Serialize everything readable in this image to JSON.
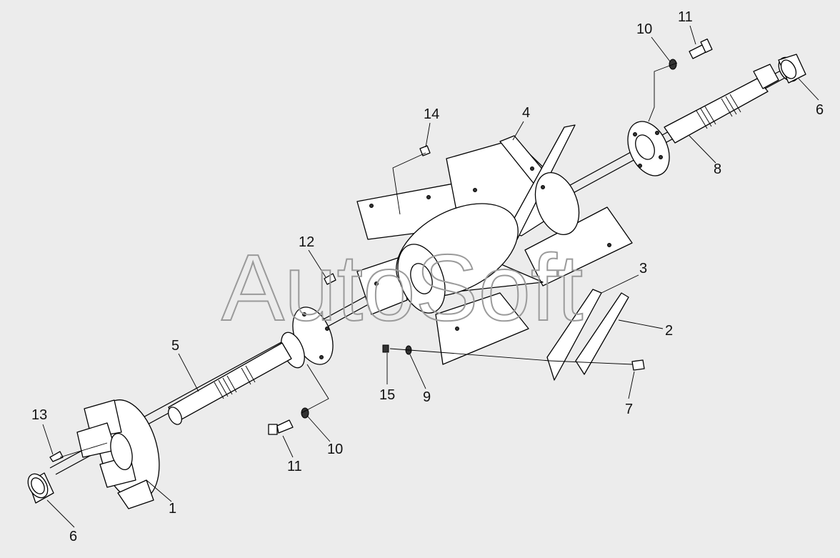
{
  "watermark": "AutoSoft",
  "callouts": {
    "c1": "1",
    "c2": "2",
    "c3": "3",
    "c4": "4",
    "c5": "5",
    "c6a": "6",
    "c6b": "6",
    "c7": "7",
    "c8": "8",
    "c9": "9",
    "c10a": "10",
    "c10b": "10",
    "c11a": "11",
    "c11b": "11",
    "c12": "12",
    "c13": "13",
    "c14": "14",
    "c15": "15"
  }
}
